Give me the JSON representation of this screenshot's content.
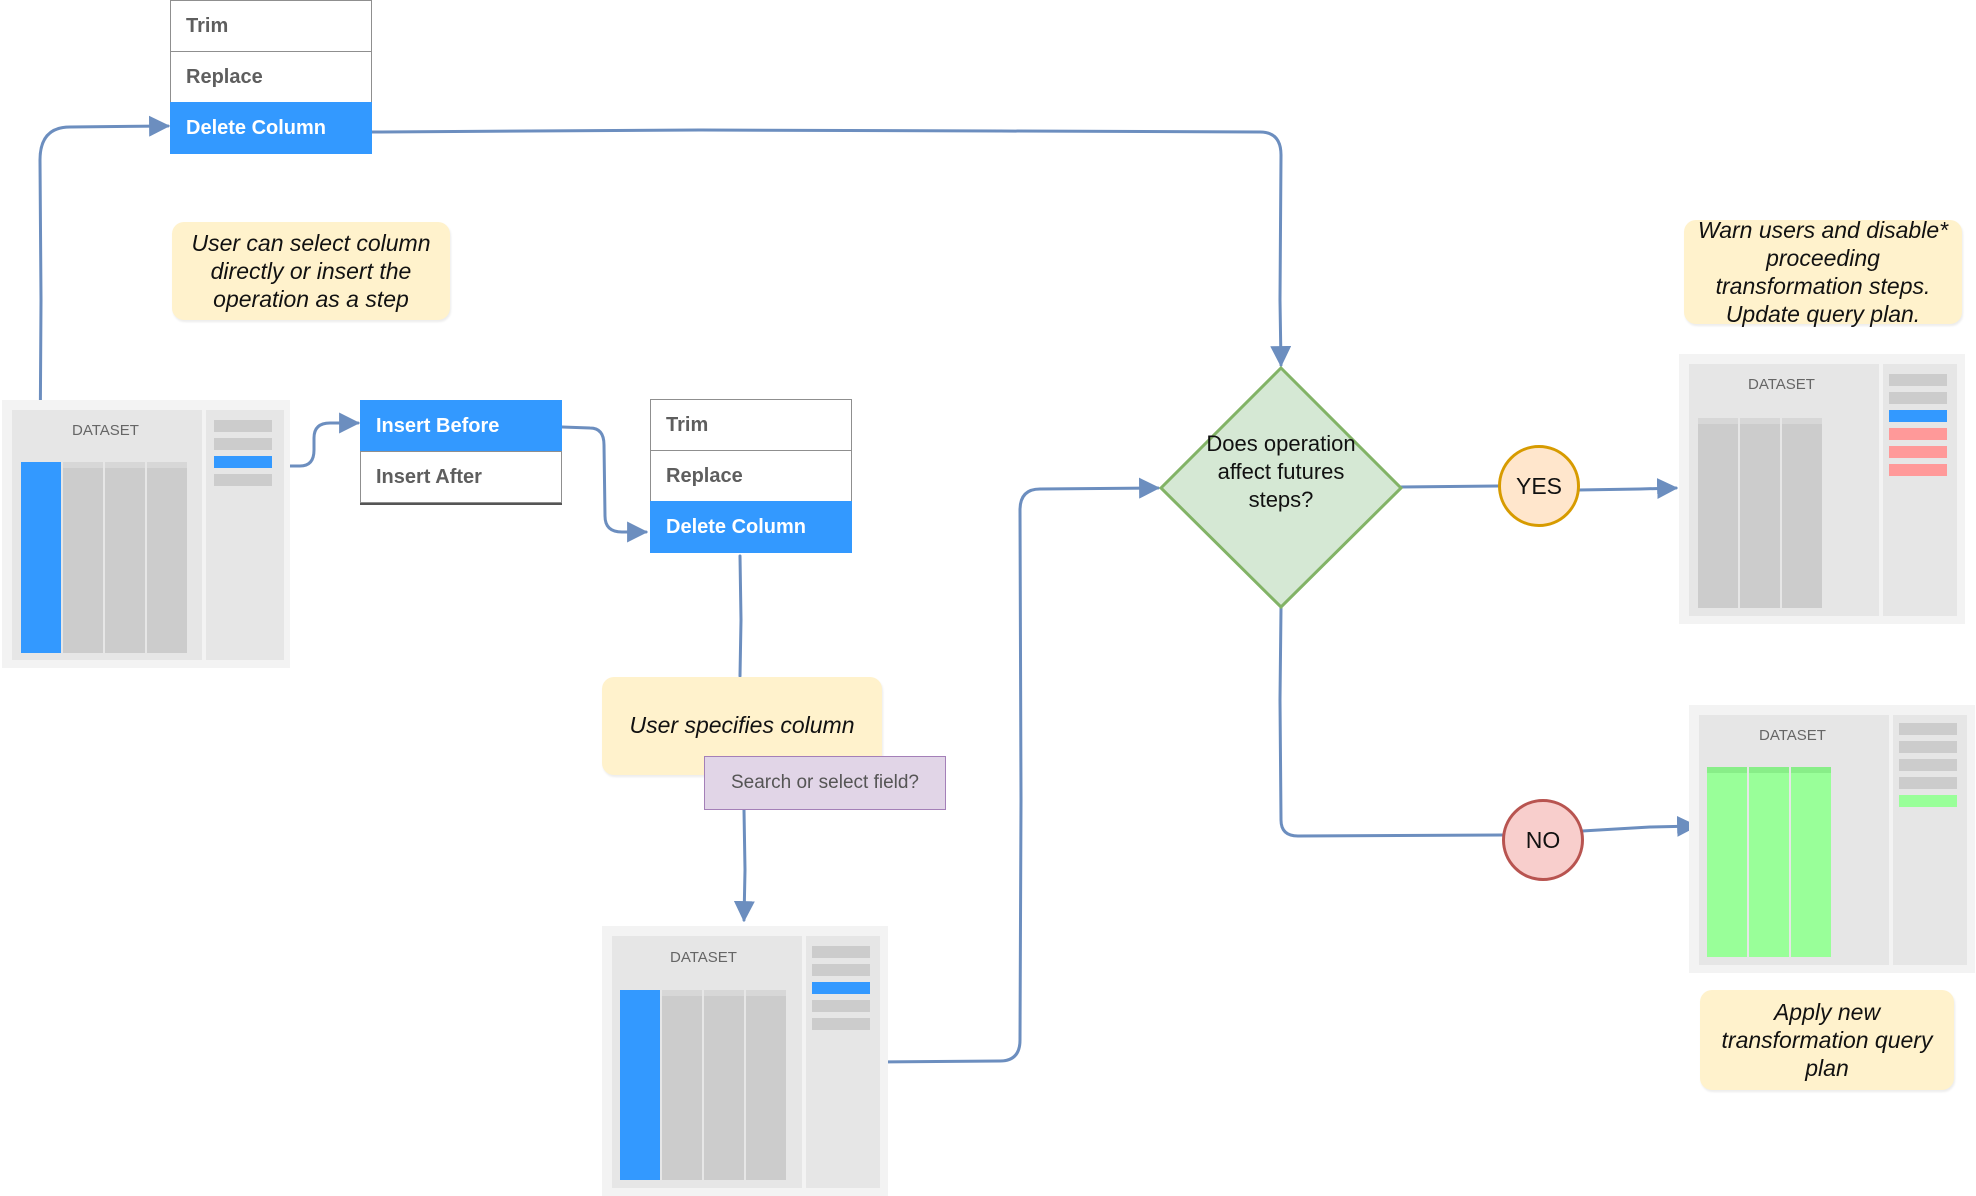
{
  "menus": {
    "top": [
      "Trim",
      "Replace",
      "Delete Column"
    ],
    "insert": [
      "Insert Before",
      "Insert After"
    ],
    "middle": [
      "Trim",
      "Replace",
      "Delete Column"
    ]
  },
  "notes": {
    "select_column": "User can select column directly or insert the operation as a step",
    "specifies_column": "User specifies column",
    "warn": "Warn users and disable* proceeding transformation steps. Update query plan.",
    "apply": "Apply new transformation query plan"
  },
  "search_placeholder": "Search or select field?",
  "dataset_label": "DATASET",
  "decision": "Does operation affect futures steps?",
  "yes_label": "YES",
  "no_label": "NO",
  "colors": {
    "accent": "#3399ff",
    "connector": "#6c8ebf",
    "note_bg": "#fff2cc",
    "decision_fill": "#d5e8d4",
    "decision_stroke": "#82b366",
    "yes_fill": "#ffe6cc",
    "yes_stroke": "#d79b00",
    "no_fill": "#f8cecc",
    "no_stroke": "#b85450",
    "warn": "#ff9999",
    "ok": "#99ff99"
  }
}
